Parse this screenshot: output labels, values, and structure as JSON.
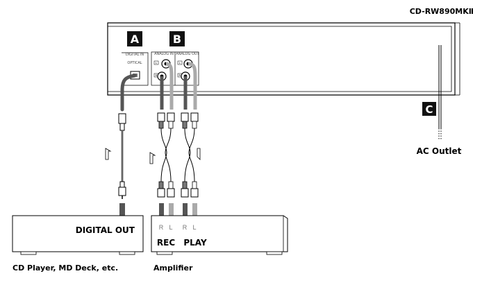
{
  "model": "CD-RW890MKⅡ",
  "badges": {
    "a": "A",
    "b": "B",
    "c": "C"
  },
  "panel": {
    "digital_in": "DIGITAL IN",
    "optical": "OPTICAL",
    "analog_in": "ANALOG IN",
    "analog_out": "ANALOG OUT",
    "l": "L",
    "r": "R"
  },
  "labels": {
    "ac_outlet": "AC Outlet",
    "digital_out": "DIGITAL OUT",
    "rec": "REC",
    "play": "PLAY",
    "cd_player": "CD Player, MD Deck, etc.",
    "amplifier": "Amplifier"
  },
  "jack_labels": {
    "rec_r": "R",
    "rec_l": "L",
    "play_r": "R",
    "play_l": "L"
  },
  "colors": {
    "dark_cable": "#555555",
    "light_cable": "#aaaaaa",
    "outline": "#000000"
  }
}
